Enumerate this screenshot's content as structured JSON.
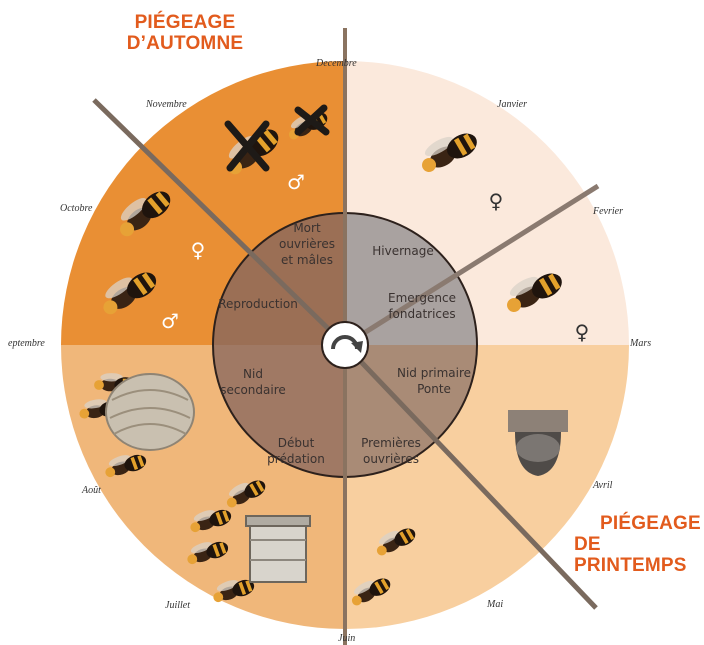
{
  "titles": {
    "autumn": {
      "line1": "PIÉGEAGE",
      "line2": "D’AUTOMNE"
    },
    "spring": {
      "line1": "PIÉGEAGE",
      "line2": "DE PRINTEMPS"
    }
  },
  "months": {
    "decembre": "Decembre",
    "janvier": "Janvier",
    "fevrier": "Fevrier",
    "mars": "Mars",
    "avril": "Avril",
    "mai": "Mai",
    "juin": "Juin",
    "juillet": "Juillet",
    "aout": "Août",
    "septembre": "eptembre",
    "octobre": "Octobre",
    "novembre": "Novembre"
  },
  "stages": {
    "mort": [
      "Mort",
      "ouvrières",
      "et mâles"
    ],
    "hivernage": "Hivernage",
    "emergence": [
      "Emergence",
      "fondatrices"
    ],
    "reproduction": "Reproduction",
    "nid_primaire": [
      "Nid primaire",
      "Ponte"
    ],
    "nid_secondaire": [
      "Nid",
      "secondaire"
    ],
    "premieres": [
      "Premières",
      "ouvrières"
    ],
    "debut": [
      "Début",
      "prédation"
    ]
  },
  "symbols": {
    "male": "♂",
    "female": "♀"
  },
  "icons": {
    "center": "cycle-arrow-icon",
    "hornet": "hornet-icon",
    "dead_marker": "cross-icon",
    "nest": "nest-icon",
    "hive": "beehive-icon",
    "trap": "trap-icon"
  },
  "colors": {
    "autumn": "#e98f34",
    "winter": "#fbe9dc",
    "spring": "#f8cf9f",
    "summer": "#f0b77a",
    "inner_tl": "#9b6f55",
    "inner_tr": "#a9a2a0",
    "inner_br": "#a98b76",
    "inner_bl": "#a07964",
    "title": "#e25b1d"
  }
}
